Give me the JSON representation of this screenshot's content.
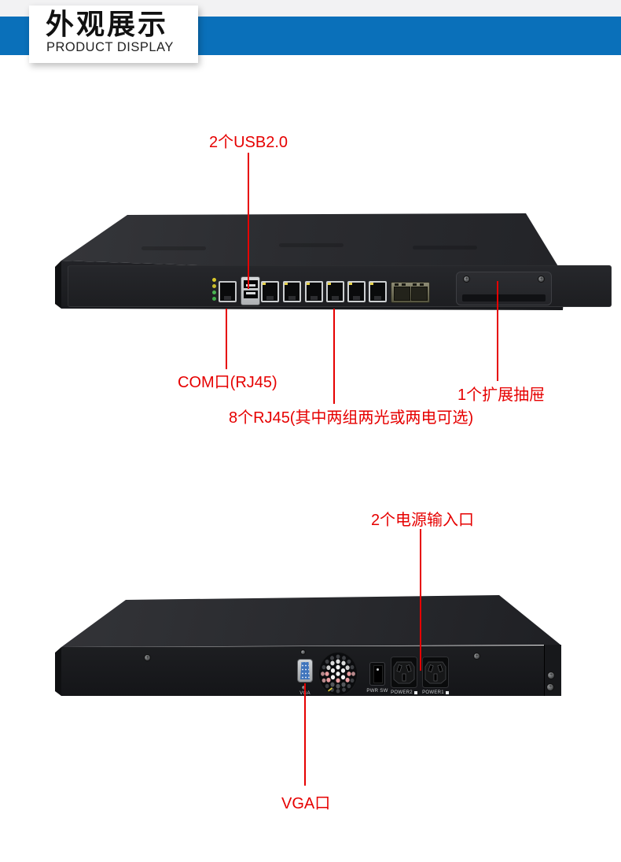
{
  "header": {
    "title_cn": "外观展示",
    "title_en": "PRODUCT DISPLAY"
  },
  "colors": {
    "header_blue": "#0a70ba",
    "top_strip": "#f2f2f3",
    "annotation_red": "#e60000"
  },
  "front_view": {
    "label_usb": "2个USB2.0",
    "label_com": "COM口(RJ45)",
    "label_rj45": "8个RJ45(其中两组两光或两电可选)",
    "label_drawer": "1个扩展抽屉",
    "led_colors": [
      "#d9c82b",
      "#c9bd2e",
      "#49b553",
      "#3fae49"
    ]
  },
  "rear_view": {
    "label_power": "2个电源输入口",
    "label_vga": "VGA口",
    "port_labels": {
      "vga": "VGA",
      "switch": "PWR SW",
      "power2": "POWER2",
      "power1": "POWER1"
    }
  }
}
